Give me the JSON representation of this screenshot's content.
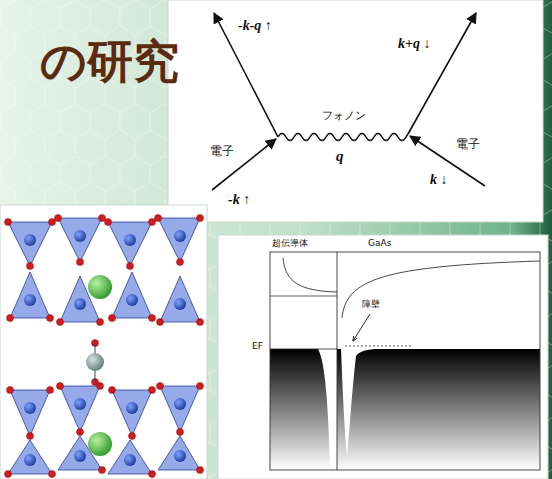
{
  "diagram": {
    "title": "の研究",
    "labels": [
      "-k-q ↑",
      "k+q ↓",
      "フォノン",
      "q",
      "電子",
      "電子",
      "-k ↑",
      "k ↓",
      "超伝導体",
      "GaAs",
      "障壁",
      "EF"
    ]
  }
}
